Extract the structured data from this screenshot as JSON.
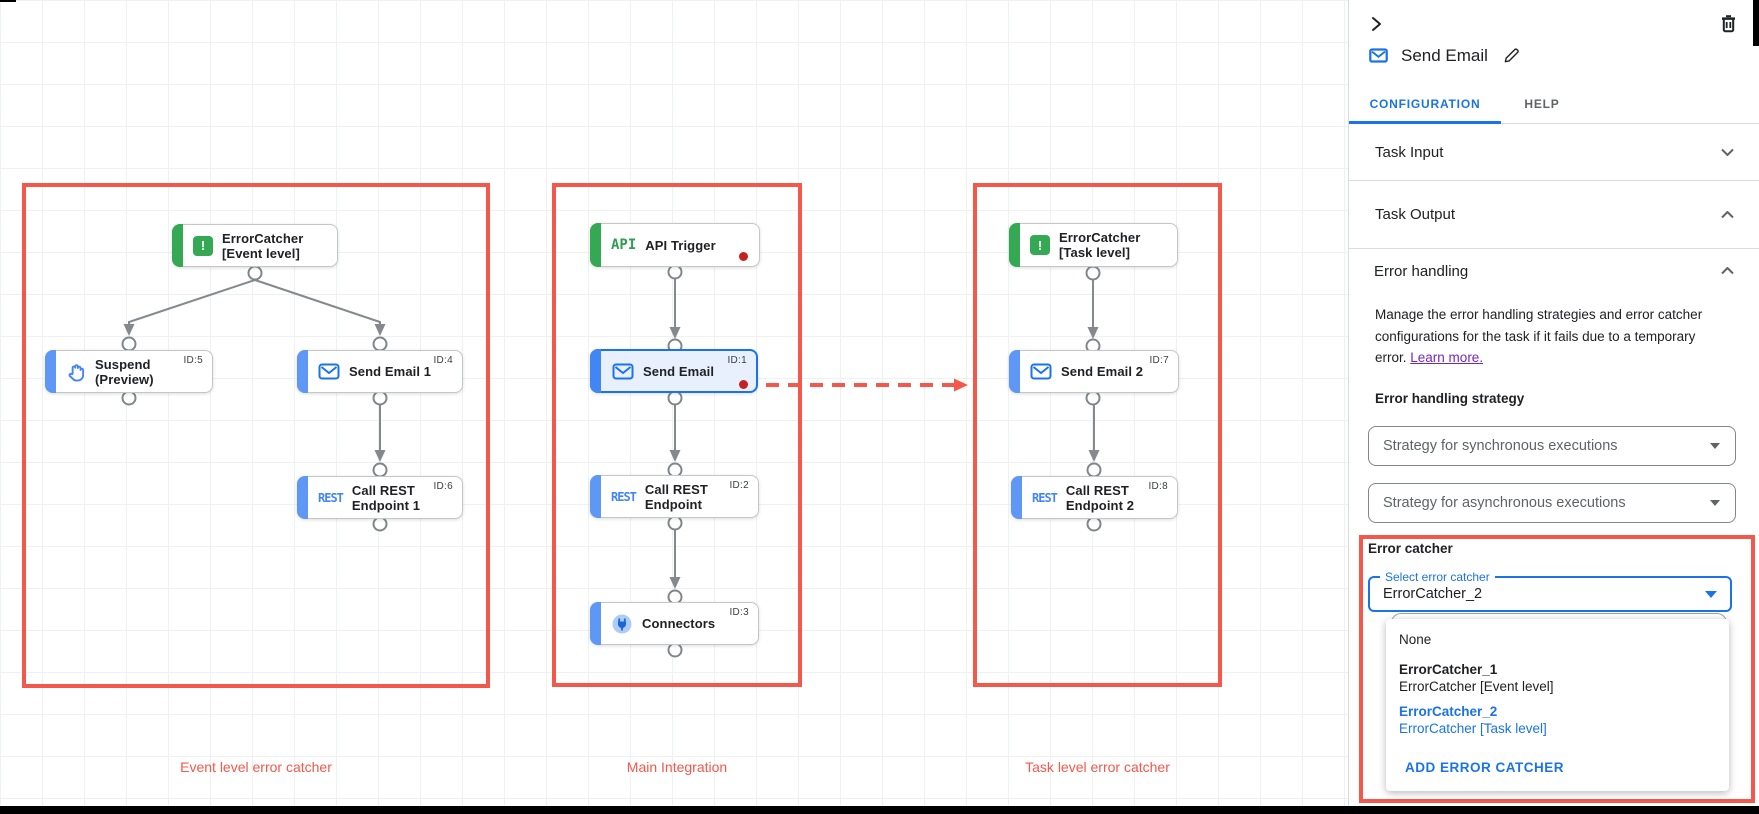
{
  "colors": {
    "accent_red": "#f4584a",
    "dot_red": "#c5221f",
    "blue": "#1a73e8",
    "green": "#34a853",
    "node_blue_bar": "#5e97f6",
    "selected_fill": "#e8f0fe",
    "link_purple": "#7627bb"
  },
  "canvas": {
    "groups": [
      {
        "label": "Event level error catcher"
      },
      {
        "label": "Main Integration"
      },
      {
        "label": "Task level error catcher"
      }
    ],
    "nodes": [
      {
        "label": "ErrorCatcher\n[Event level]",
        "id_badge": "",
        "icon": "error-catcher-icon",
        "icon_text": "!"
      },
      {
        "label": "Suspend\n(Preview)",
        "id_badge": "ID:5",
        "icon": "hand-icon",
        "icon_text": ""
      },
      {
        "label": "Send Email 1",
        "id_badge": "ID:4",
        "icon": "email-icon",
        "icon_text": ""
      },
      {
        "label": "Call REST\nEndpoint 1",
        "id_badge": "ID:6",
        "icon": "rest-icon",
        "icon_text": "REST"
      },
      {
        "label": "API Trigger",
        "id_badge": "",
        "icon": "api-icon",
        "icon_text": "API"
      },
      {
        "label": "Send Email",
        "id_badge": "ID:1",
        "icon": "email-icon",
        "icon_text": ""
      },
      {
        "label": "Call REST\nEndpoint",
        "id_badge": "ID:2",
        "icon": "rest-icon",
        "icon_text": "REST"
      },
      {
        "label": "Connectors",
        "id_badge": "ID:3",
        "icon": "connectors-icon",
        "icon_text": ""
      },
      {
        "label": "ErrorCatcher\n[Task level]",
        "id_badge": "",
        "icon": "error-catcher-icon",
        "icon_text": "!"
      },
      {
        "label": "Send Email 2",
        "id_badge": "ID:7",
        "icon": "email-icon",
        "icon_text": ""
      },
      {
        "label": "Call REST\nEndpoint 2",
        "id_badge": "ID:8",
        "icon": "rest-icon",
        "icon_text": "REST"
      }
    ]
  },
  "panel": {
    "title": "Send Email",
    "tabs": [
      {
        "label": "CONFIGURATION"
      },
      {
        "label": "HELP"
      }
    ],
    "sections": {
      "task_input": "Task Input",
      "task_output": "Task Output",
      "error_handling": "Error handling"
    },
    "error_handling": {
      "description": "Manage the error handling strategies and error catcher configurations for the task if it fails due to a temporary error.",
      "learn_more": "Learn more.",
      "strategy_label": "Error handling strategy",
      "sync_select": "Strategy for synchronous executions",
      "async_select": "Strategy for asynchronous executions"
    },
    "error_catcher": {
      "label": "Error catcher",
      "select_label": "Select error catcher",
      "select_value": "ErrorCatcher_2",
      "menu": {
        "none": "None",
        "opt1_name": "ErrorCatcher_1",
        "opt1_desc": "ErrorCatcher [Event level]",
        "opt2_name": "ErrorCatcher_2",
        "opt2_desc": "ErrorCatcher [Task level]",
        "add": "ADD ERROR CATCHER"
      }
    }
  }
}
